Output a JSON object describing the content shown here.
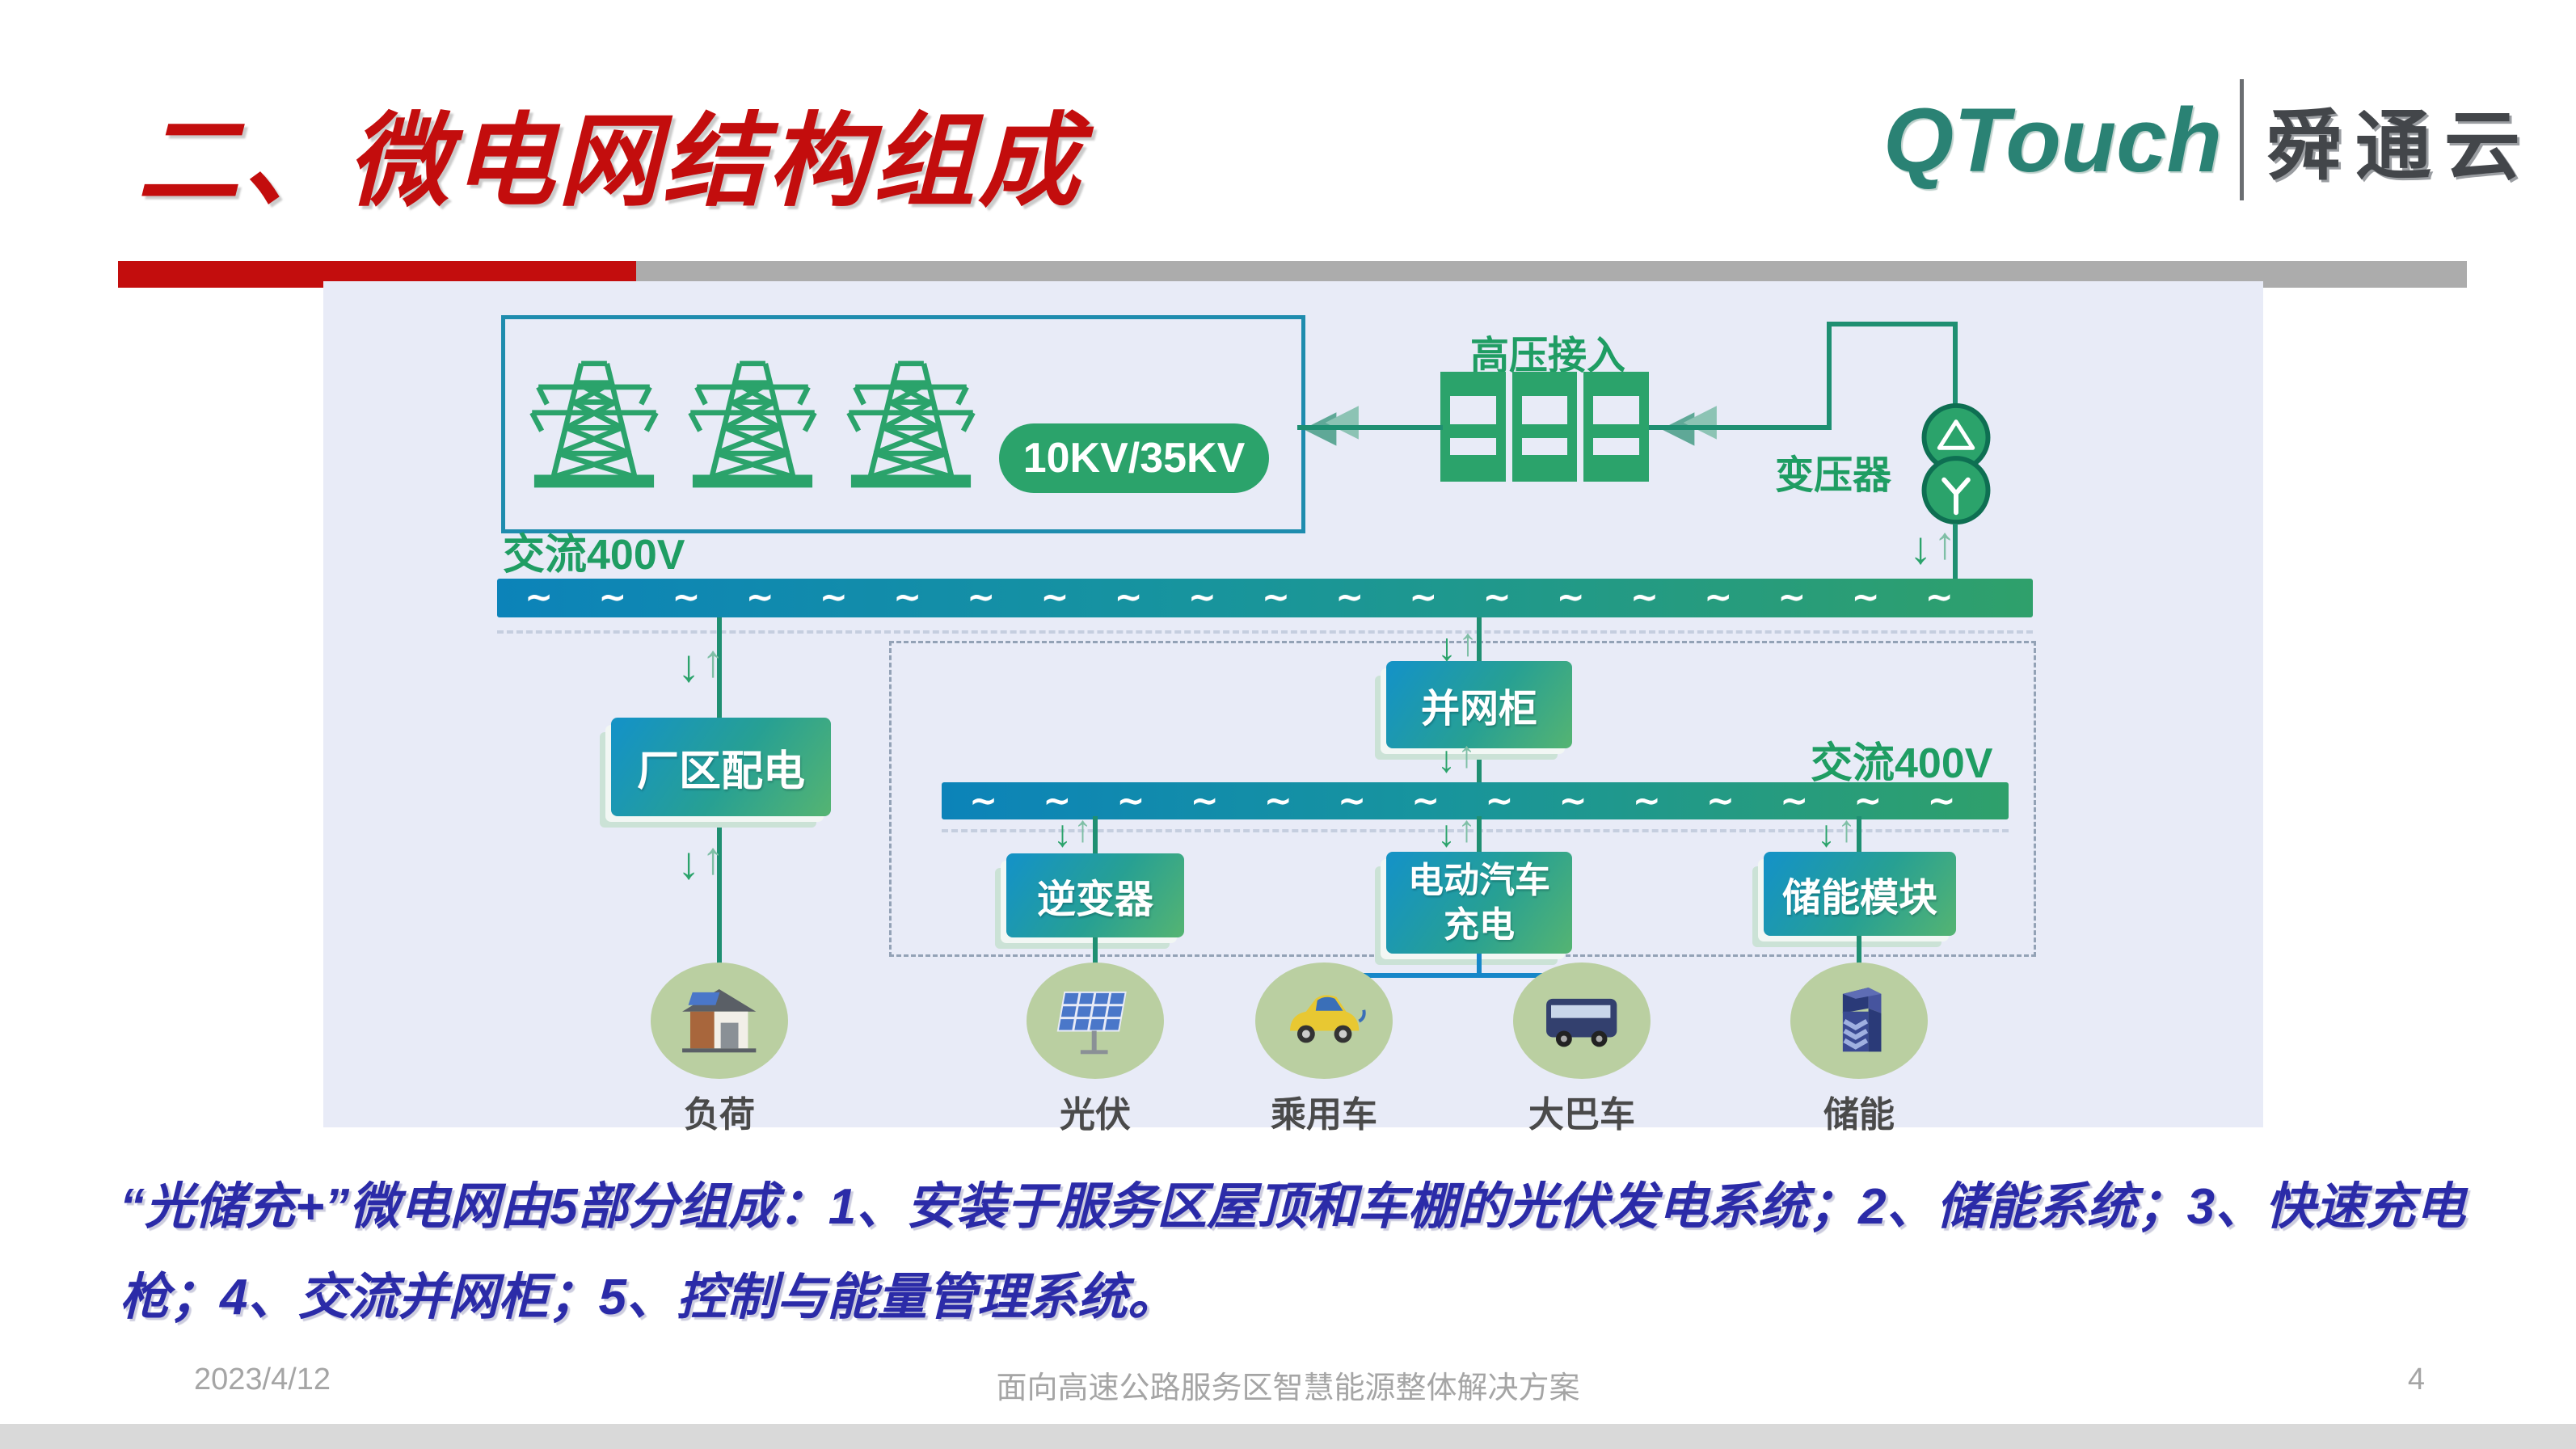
{
  "slide": {
    "title": "二、微电网结构组成",
    "logo": {
      "brand_en": "QTouch",
      "brand_cn": "舜通云"
    },
    "body_lines": [
      "“光储充+”微电网由5部分组成：1、安装于服务区屋顶和车棚的光伏发电系统；2、储能系统；3、快速充电",
      "枪；4、交流并网柜；5、控制与能量管理系统。"
    ],
    "footer": {
      "date": "2023/4/12",
      "doc_title": "面向高速公路服务区智慧能源整体解决方案",
      "page": "4"
    }
  },
  "diagram": {
    "labels": {
      "hv_access": "高压接入",
      "voltage_pill": "10KV/35KV",
      "transformer": "变压器",
      "ac400_main": "交流400V",
      "ac400_sub": "交流400V",
      "factory_dist": "厂区配电",
      "grid_cabinet": "并网柜",
      "inverter": "逆变器",
      "ev_charging_line1": "电动汽车",
      "ev_charging_line2": "充电",
      "storage_module": "储能模块",
      "load": "负荷",
      "pv": "光伏",
      "passenger_car": "乘用车",
      "coach_bus": "大巴车",
      "storage": "储能"
    },
    "waves": {
      "main": "∼∼∼∼∼∼∼∼∼∼∼∼∼∼∼∼∼∼∼∼",
      "sub": "∼∼∼∼∼∼∼∼∼∼∼∼∼∼"
    },
    "arrows": {
      "down": "↓",
      "up": "↑",
      "left_double": "◀"
    },
    "colors": {
      "accent_red": "#C30D0D",
      "brand_teal": "#2A8274",
      "diagram_bg": "#E8EBF7",
      "green": "#2BA36B",
      "label_green": "#1F9D63",
      "bus_blue": "#0C83B9",
      "bus_green": "#2FA06B",
      "body_text_blue": "#2B2BA8"
    }
  }
}
